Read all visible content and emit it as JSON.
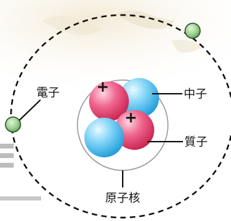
{
  "diagram": {
    "labels": {
      "electron": "電子",
      "neutron": "中子",
      "proton": "質子",
      "nucleus": "原子核"
    },
    "proton_sign": "+",
    "counts": {
      "protons": 2,
      "neutrons": 2,
      "electrons": 2
    },
    "colors": {
      "proton": "#e8426f",
      "neutron": "#3fb6ef",
      "electron": "#8ec883",
      "orbit": "#111111",
      "nucleus_outline": "#999999"
    }
  }
}
